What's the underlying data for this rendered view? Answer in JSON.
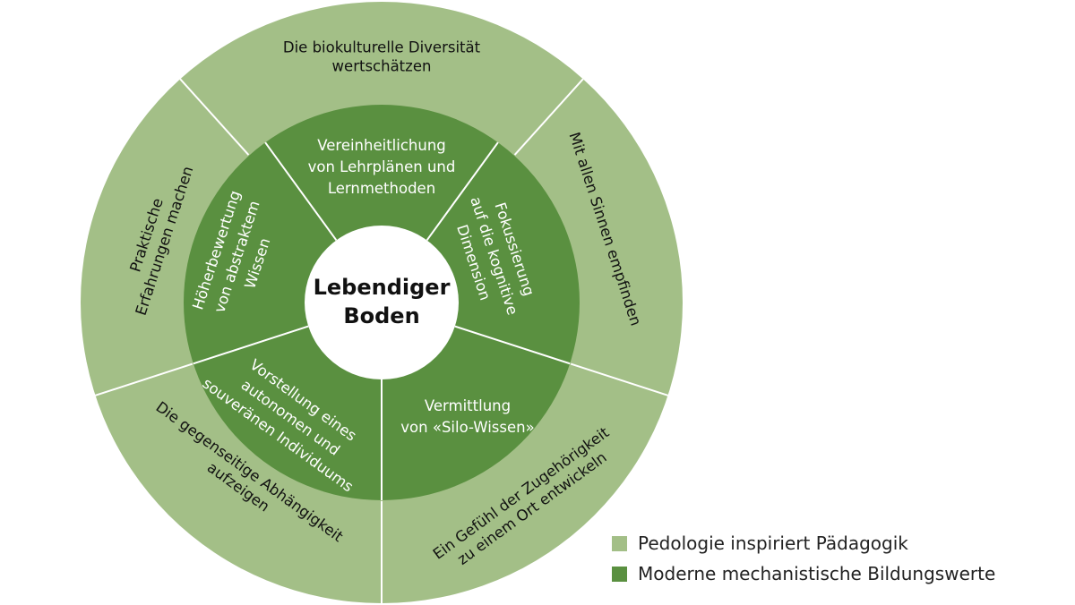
{
  "colors": {
    "outer": "#a3bf87",
    "inner": "#5a9040",
    "divider": "#ffffff",
    "center": "#ffffff"
  },
  "center": {
    "lines": [
      "Lebendiger",
      "Boden"
    ]
  },
  "outer_ring": [
    {
      "lines": [
        "Die biokulturelle Diversität",
        "wertschätzen"
      ]
    },
    {
      "lines": [
        "Mit allen Sinnen empfinden"
      ]
    },
    {
      "lines": [
        "Ein Gefühl der Zugehörigkeit",
        "zu einem Ort entwickeln"
      ]
    },
    {
      "lines": [
        "Die gegenseitige Abhängigkeit",
        "aufzeigen"
      ]
    },
    {
      "lines": [
        "Praktische",
        "Erfahrungen machen"
      ]
    }
  ],
  "inner_ring": [
    {
      "lines": [
        "Vereinheitlichung",
        "von Lehrplänen und",
        "Lernmethoden"
      ]
    },
    {
      "lines": [
        "Fokussierung",
        "auf die kognitive",
        "Dimension"
      ]
    },
    {
      "lines": [
        "Vermittlung",
        "von «Silo-Wissen»"
      ]
    },
    {
      "lines": [
        "Vorstellung eines",
        "autonomen und",
        "souveränen Individuums"
      ]
    },
    {
      "lines": [
        "Höherbewertung",
        "von abstraktem",
        "Wissen"
      ]
    }
  ],
  "legend": [
    {
      "label": "Pedologie inspiriert Pädagogik",
      "color": "#a3bf87"
    },
    {
      "label": "Moderne mechanistische Bildungswerte",
      "color": "#5a9040"
    }
  ]
}
